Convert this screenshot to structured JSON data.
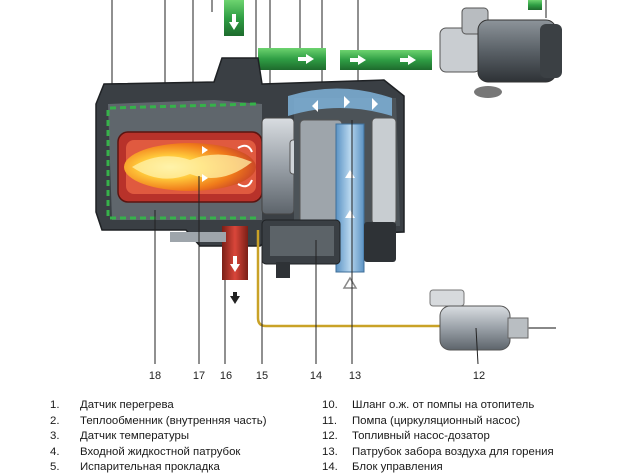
{
  "callouts": [
    "18",
    "17",
    "16",
    "15",
    "14",
    "13",
    "12"
  ],
  "legend_left": [
    {
      "n": "1.",
      "text": "Датчик перегрева"
    },
    {
      "n": "2.",
      "text": "Теплообменник (внутренняя часть)"
    },
    {
      "n": "3.",
      "text": "Датчик температуры"
    },
    {
      "n": "4.",
      "text": "Входной жидкостной патрубок"
    },
    {
      "n": "5.",
      "text": "Испарительная прокладка"
    }
  ],
  "legend_right": [
    {
      "n": "10.",
      "text": "Шланг о.ж. от помпы на отопитель"
    },
    {
      "n": "11.",
      "text": "Помпа (циркуляционный насос)"
    },
    {
      "n": "12.",
      "text": "Топливный насос-дозатор"
    },
    {
      "n": "13.",
      "text": "Патрубок забора воздуха для горения"
    },
    {
      "n": "14.",
      "text": "Блок управления"
    }
  ],
  "colors": {
    "coolant_arrow": "#2f9e44",
    "housing": "#3a3f44",
    "flame": "#f59e0b",
    "exhaust": "#c0392b",
    "air_duct": "#7fb3d9",
    "fuel_line": "#c9a227"
  }
}
